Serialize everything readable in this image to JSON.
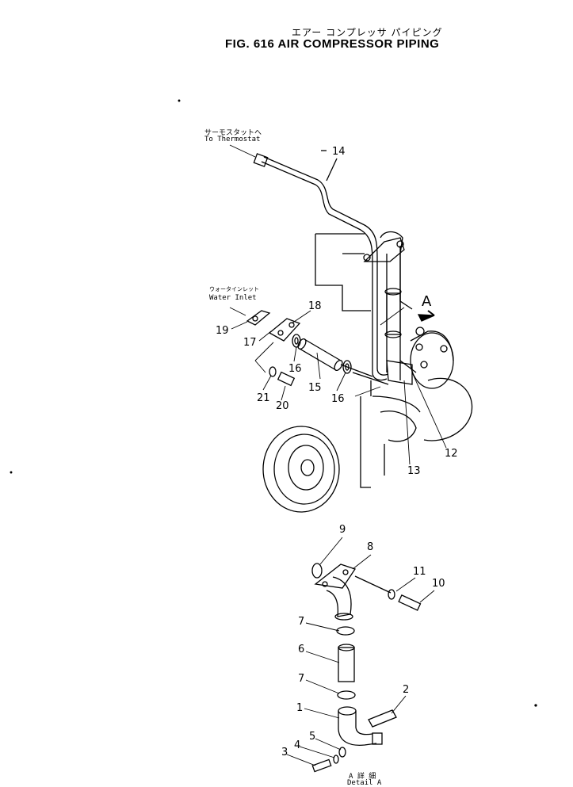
{
  "header": {
    "title_jp": "エアー コンプレッサ パイピング",
    "title_en": "FIG. 616  AIR COMPRESSOR PIPING"
  },
  "notes": {
    "thermostat_jp": "サーモスタットへ",
    "thermostat_en": "To Thermostat",
    "water_jp": "ウォータインレット",
    "water_en": "Water Inlet",
    "detail_jp": "A 詳 細",
    "detail_en": "Detail A",
    "view_a": "A"
  },
  "callouts": [
    "1",
    "2",
    "3",
    "4",
    "5",
    "6",
    "7",
    "7",
    "8",
    "9",
    "10",
    "11",
    "12",
    "13",
    "14",
    "15",
    "16",
    "16",
    "17",
    "18",
    "19",
    "20",
    "21"
  ]
}
